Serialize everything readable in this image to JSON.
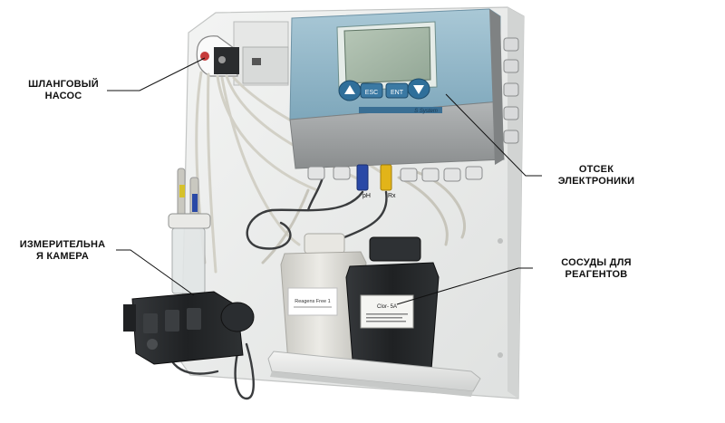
{
  "callouts": {
    "pump": "ШЛАНГОВЫЙ\nНАСОС",
    "chamber": "ИЗМЕРИТЕЛЬНА\nЯ КАМЕРА",
    "electronics": "ОТСЕК\nЭЛЕКТРОНИКИ",
    "vessels": "СОСУДЫ ДЛЯ\nРЕАГЕНТОВ"
  },
  "controller": {
    "keys": [
      "ESC",
      "ENT"
    ],
    "brand": "S System"
  },
  "bottles": {
    "left_label": "Reagens Free 1",
    "right_label": "Clor- 5A"
  },
  "probes": {
    "ph_mark": "pH",
    "rx_mark": "Rx"
  },
  "colors": {
    "panel": "#ebedec",
    "housing_blue": "#8fb6c9",
    "housing_gray": "#9a9d9e",
    "screen": "#a4b5a6",
    "bottle_black": "#222426",
    "bottle_clear": "#dcdbd5",
    "chamber_black": "#1c1d1f"
  }
}
